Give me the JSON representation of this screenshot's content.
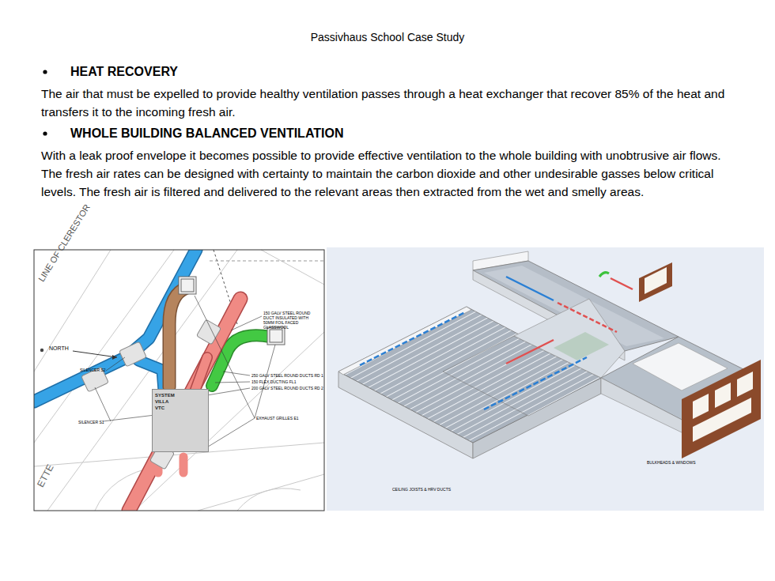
{
  "diagram": {
    "title": "Passivhaus School Case Study",
    "nodes": [
      {
        "text": [
          "SYSTEM VILLA VTC"
        ]
      }
    ],
    "labels": [
      "HEAT RECOVERY",
      "The air that must be expelled to provide healthy ventilation passes through a heat exchanger that recover 85% of the heat and transfers it to the incoming fresh air.",
      "WHOLE BUILDING BALANCED VENTILATION",
      "With a leak proof envelope it becomes possible to provide effective ventilation to the whole building with unobtrusive air flows. The fresh air rates can be designed with certainty to maintain the carbon dioxide and other undesirable gasses below critical levels. The fresh air is filtered and delivered to the relevant areas then extracted from the wet and smelly areas.",
      "LINE OF CLERESTOR",
      "NORTH",
      "SILENCER S2",
      "SILENCER S1",
      "150 GALV STEEL ROUND DUCT INSULATED WITH 50MM FOIL FACED GLASSWOOL",
      "250 GALV STEEL ROUND DUCTS RD 1",
      "150 FLEX DUCTING FL1",
      "200 GALV STEEL ROUND DUCTS RD 2",
      "EXHAUST GRILLES E1",
      "ETTE",
      "BULKHEADS & WINDOWS",
      "CEILING JOISTS & HRV DUCTS"
    ]
  }
}
